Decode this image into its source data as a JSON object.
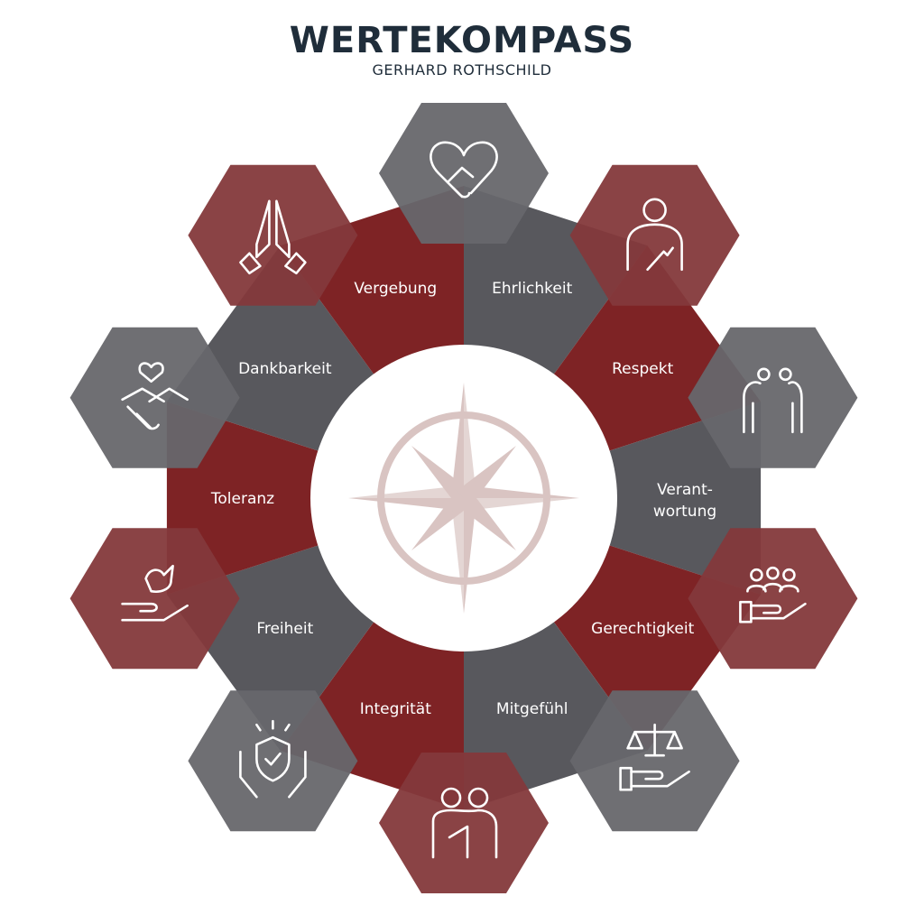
{
  "header": {
    "title": "WERTEKOMPASS",
    "subtitle": "GERHARD ROTHSCHILD"
  },
  "colors": {
    "red": "#7e2325",
    "gray": "#58585d",
    "hex_red": "#84393b",
    "hex_gray": "#67676b",
    "compass": "#d9c4c2",
    "title": "#1f2d3a"
  },
  "values": [
    {
      "label": "Ehrlichkeit",
      "color": "gray"
    },
    {
      "label": "Respekt",
      "color": "red"
    },
    {
      "label": "Verant-",
      "label2": "wortung",
      "color": "gray"
    },
    {
      "label": "Gerechtigkeit",
      "color": "red"
    },
    {
      "label": "Mitgefühl",
      "color": "gray"
    },
    {
      "label": "Integrität",
      "color": "red"
    },
    {
      "label": "Freiheit",
      "color": "gray"
    },
    {
      "label": "Toleranz",
      "color": "red"
    },
    {
      "label": "Dankbarkeit",
      "color": "gray"
    },
    {
      "label": "Vergebung",
      "color": "red"
    }
  ],
  "icons": [
    {
      "name": "heart-handshake-icon",
      "color": "gray"
    },
    {
      "name": "honest-person-icon",
      "color": "red"
    },
    {
      "name": "bowing-people-icon",
      "color": "gray"
    },
    {
      "name": "people-in-hand-icon",
      "color": "red"
    },
    {
      "name": "scales-in-hand-icon",
      "color": "gray"
    },
    {
      "name": "embracing-people-icon",
      "color": "red"
    },
    {
      "name": "shield-hands-icon",
      "color": "gray"
    },
    {
      "name": "dove-hand-icon",
      "color": "red"
    },
    {
      "name": "heart-handshake-small-icon",
      "color": "gray"
    },
    {
      "name": "praying-hands-icon",
      "color": "red"
    }
  ]
}
